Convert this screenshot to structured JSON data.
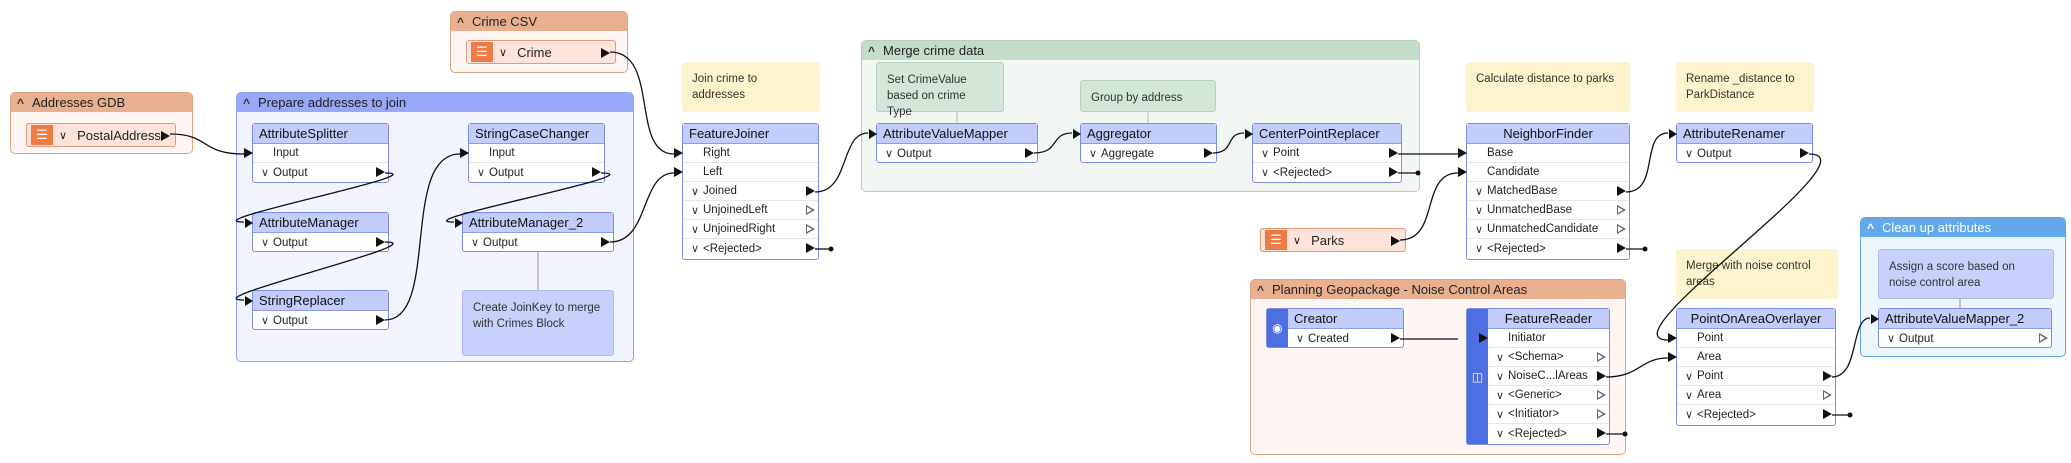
{
  "bookmarks": {
    "addresses": {
      "title": "Addresses GDB"
    },
    "crime": {
      "title": "Crime CSV"
    },
    "prepare": {
      "title": "Prepare addresses to join"
    },
    "merge": {
      "title": "Merge crime data"
    },
    "planning": {
      "title": "Planning Geopackage - Noise Control Areas"
    },
    "cleanup": {
      "title": "Clean up attributes"
    }
  },
  "readers": {
    "postal": "PostalAddress",
    "crime": "Crime",
    "parks": "Parks"
  },
  "nodes": {
    "attributeSplitter": {
      "title": "AttributeSplitter",
      "in": "Input",
      "out": "Output"
    },
    "attributeManager": {
      "title": "AttributeManager",
      "out": "Output"
    },
    "stringReplacer": {
      "title": "StringReplacer",
      "out": "Output"
    },
    "stringCaseChanger": {
      "title": "StringCaseChanger",
      "in": "Input",
      "out": "Output"
    },
    "attributeManager2": {
      "title": "AttributeManager_2",
      "out": "Output"
    },
    "featureJoiner": {
      "title": "FeatureJoiner",
      "ports": [
        "Right",
        "Left",
        "Joined",
        "UnjoinedLeft",
        "UnjoinedRight",
        "<Rejected>"
      ]
    },
    "attributeValueMapper": {
      "title": "AttributeValueMapper",
      "out": "Output"
    },
    "aggregator": {
      "title": "Aggregator",
      "out": "Aggregate"
    },
    "centerPointReplacer": {
      "title": "CenterPointReplacer",
      "out": "Point",
      "rej": "<Rejected>"
    },
    "neighborFinder": {
      "title": "NeighborFinder",
      "ports": [
        "Base",
        "Candidate",
        "MatchedBase",
        "UnmatchedBase",
        "UnmatchedCandidate",
        "<Rejected>"
      ]
    },
    "attributeRenamer": {
      "title": "AttributeRenamer",
      "out": "Output"
    },
    "creator": {
      "title": "Creator",
      "out": "Created"
    },
    "featureReader": {
      "title": "FeatureReader",
      "ports": [
        "Initiator",
        "<Schema>",
        "NoiseC...lAreas",
        "<Generic>",
        "<Initiator>",
        "<Rejected>"
      ]
    },
    "pointOnAreaOverlayer": {
      "title": "PointOnAreaOverlayer",
      "ports": [
        "Point",
        "Area",
        "Point",
        "Area",
        "<Rejected>"
      ]
    },
    "attributeValueMapper2": {
      "title": "AttributeValueMapper_2",
      "out": "Output"
    }
  },
  "annotations": {
    "joinCrime": "Join crime to addresses",
    "setCrimeValue": "Set CrimeValue based on crime Type",
    "groupByAddress": "Group by address",
    "calcDistance": "Calculate distance to parks",
    "rename": "Rename _distance to ParkDistance",
    "mergeNoise": "Merge with noise control areas",
    "createJoinKey": "Create JoinKey to merge with Crimes Block",
    "assignScore": "Assign a score based on noise control area"
  },
  "colors": {
    "blueBookmark": "#96a8f6",
    "greenBookmark": "#c4dcc9",
    "orangeBookmark": "#e9b08f",
    "skyBookmark": "#62a9ec",
    "transformer": "#c3cdfc",
    "note": "#fdf4cd"
  }
}
